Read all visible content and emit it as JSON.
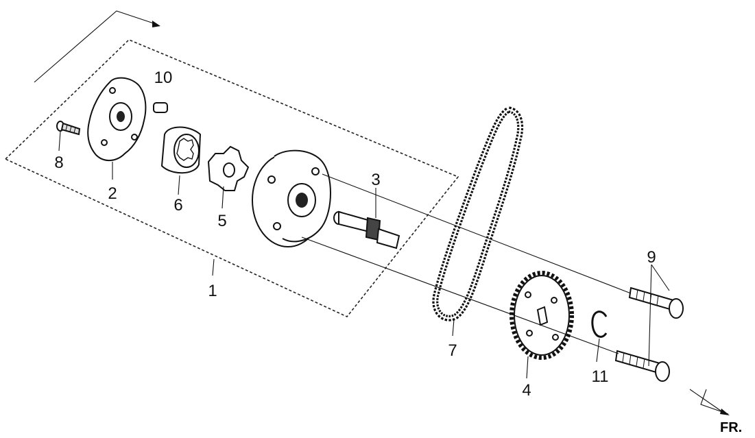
{
  "callouts": {
    "c1": "1",
    "c2": "2",
    "c3": "3",
    "c4": "4",
    "c5": "5",
    "c6": "6",
    "c7": "7",
    "c8": "8",
    "c9": "9",
    "c10": "10",
    "c11": "11"
  },
  "direction_label": "FR.",
  "colors": {
    "line": "#111111",
    "background": "#ffffff"
  }
}
